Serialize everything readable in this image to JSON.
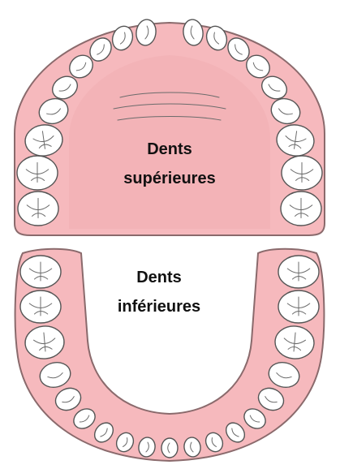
{
  "upper_jaw": {
    "label_line1": "Dents",
    "label_line2": "supérieures"
  },
  "lower_jaw": {
    "label_line1": "Dents",
    "label_line2": "inférieures"
  },
  "colors": {
    "gum": "#f6b9bd",
    "gum_outline": "#8a6a6c",
    "palate": "#f3b3b7",
    "tooth": "#ffffff",
    "tooth_outline": "#555555"
  }
}
